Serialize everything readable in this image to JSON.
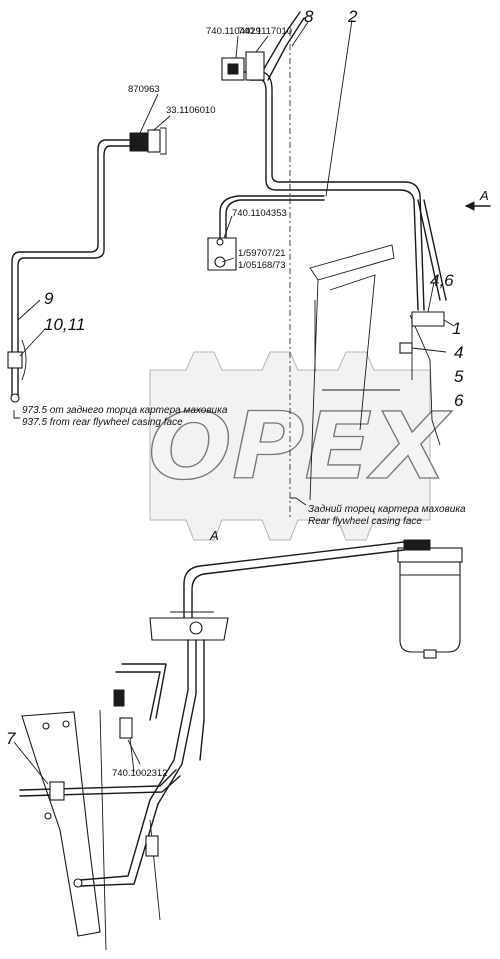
{
  "part_numbers": {
    "p740_1104429": "740.1104429",
    "p740_1117010": "740.1117010",
    "p870963": "870963",
    "p33_1106010": "33.1106010",
    "p740_1104353": "740.1104353",
    "p1_59707_21": "1/59707/21",
    "p1_05168_73": "1/05168/73",
    "p740_1002312": "740.1002312"
  },
  "callouts": {
    "c8": "8",
    "c2": "2",
    "c9": "9",
    "c10_11": "10,11",
    "c4_6": "4,6",
    "c1": "1",
    "c4": "4",
    "c5": "5",
    "c6": "6",
    "c7": "7"
  },
  "notes": {
    "dim_ru": "973.5 от заднего торца картера маховика",
    "dim_en": "937.5 from rear flywheel casing face",
    "face_ru": "Задний торец картера маховика",
    "face_en": "Rear flywheel casing face"
  },
  "view": {
    "arrow_label": "A",
    "view_label": "A"
  },
  "watermark": {
    "text": "OPEX"
  }
}
